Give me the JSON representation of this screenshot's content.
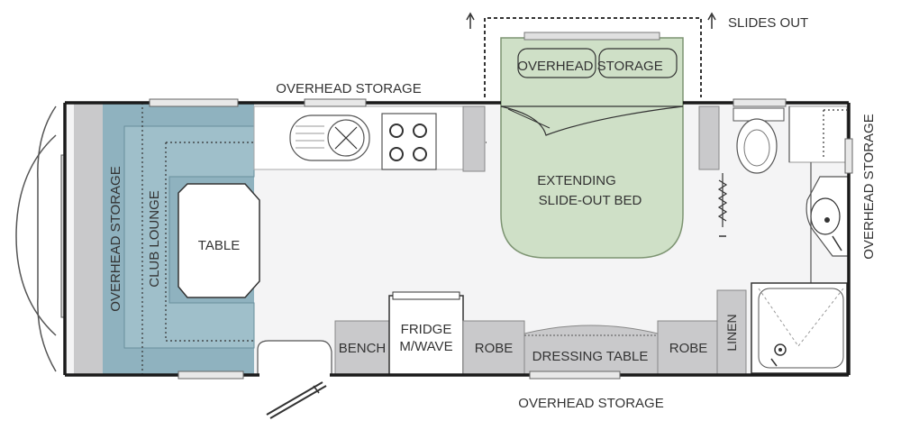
{
  "labels": {
    "overhead_storage_top": "OVERHEAD STORAGE",
    "overhead_storage_bed": "OVERHEAD STORAGE",
    "overhead_storage_bottom": "OVERHEAD STORAGE",
    "overhead_storage_left": "OVERHEAD STORAGE",
    "overhead_storage_right": "OVERHEAD STORAGE",
    "club_lounge": "CLUB LOUNGE",
    "table": "TABLE",
    "bed_line1": "EXTENDING",
    "bed_line2": "SLIDE-OUT BED",
    "slides_out": "SLIDES OUT",
    "bench": "BENCH",
    "fridge_line1": "FRIDGE",
    "fridge_line2": "M/WAVE",
    "robe_left": "ROBE",
    "dressing_table": "DRESSING TABLE",
    "robe_right": "ROBE",
    "linen": "LINEN"
  },
  "colors": {
    "lounge": "#8fb2bf",
    "bed": "#cfe0c7",
    "cabinet": "#c9c9cb",
    "floor": "#f4f4f5",
    "wall": "#1a1a1a"
  }
}
